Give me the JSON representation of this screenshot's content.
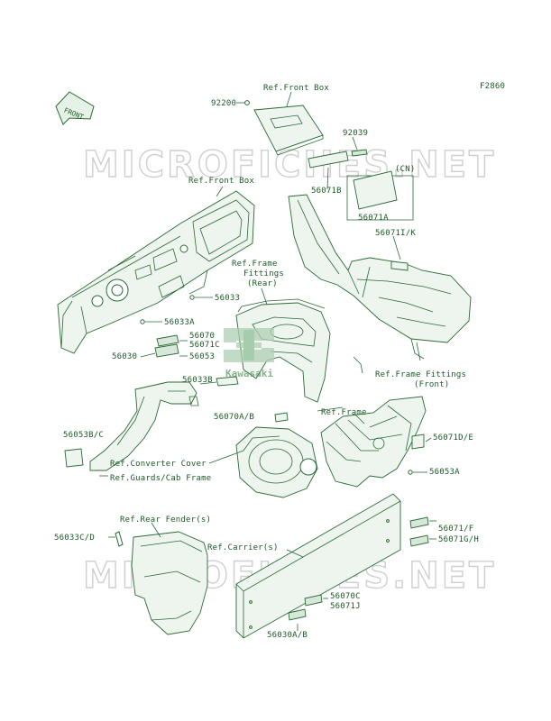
{
  "diagram_code": "F2860",
  "front_label": "FRONT",
  "watermark": "MICROFICHES.NET",
  "logo_text": "Kawasaki",
  "colors": {
    "ink": "#1c5a26",
    "line": "#2a6a35",
    "watermark": "#cfcfcf"
  },
  "labels": {
    "ref_front_box_top": "Ref.Front Box",
    "p92200": "92200",
    "p92039": "92039",
    "cn": "(CN)",
    "p56071b": "56071B",
    "p56071a": "56071A",
    "ref_front_box_left": "Ref.Front Box",
    "p56071ik": "56071I/K",
    "ref_frame_fittings_rear_1": "Ref.Frame",
    "ref_frame_fittings_rear_2": "Fittings",
    "ref_frame_fittings_rear_3": "(Rear)",
    "p56033": "56033",
    "p56033a": "56033A",
    "p56070": "56070",
    "p56071c": "56071C",
    "p56030": "56030",
    "p56053": "56053",
    "p56033b": "56033B",
    "ref_frame_fittings_front_1": "Ref.Frame Fittings",
    "ref_frame_fittings_front_2": "(Front)",
    "ref_frame": "Ref.Frame",
    "p56070ab": "56070A/B",
    "p56071de": "56071D/E",
    "p56053bc": "56053B/C",
    "ref_converter_cover": "Ref.Converter Cover",
    "ref_guards_cab_frame": "Ref.Guards/Cab Frame",
    "p56053a": "56053A",
    "ref_rear_fender": "Ref.Rear Fender(s)",
    "p56033cd": "56033C/D",
    "ref_carrier": "Ref.Carrier(s)",
    "p56071f": "56071/F",
    "p56071gh": "56071G/H",
    "p56070c": "56070C",
    "p56071j": "56071J",
    "p56030ab": "56030A/B"
  }
}
